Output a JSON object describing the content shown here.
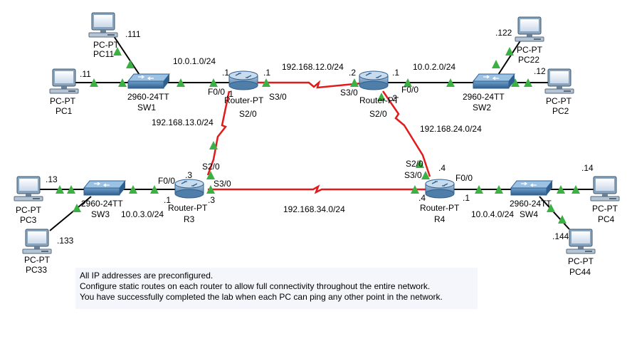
{
  "devices": {
    "pc11": {
      "type": "PC-PT",
      "name": "PC11",
      "ip": ".111"
    },
    "pc1": {
      "type": "PC-PT",
      "name": "PC1",
      "ip": ".11"
    },
    "pc22": {
      "type": "PC-PT",
      "name": "PC22",
      "ip": ".122"
    },
    "pc2": {
      "type": "PC-PT",
      "name": "PC2",
      "ip": ".12"
    },
    "pc3": {
      "type": "PC-PT",
      "name": "PC3",
      "ip": ".13"
    },
    "pc33": {
      "type": "PC-PT",
      "name": "PC33",
      "ip": ".133"
    },
    "pc4": {
      "type": "PC-PT",
      "name": "PC4",
      "ip": ".14"
    },
    "pc44": {
      "type": "PC-PT",
      "name": "PC44",
      "ip": ".144"
    },
    "sw1": {
      "type": "2960-24TT",
      "name": "SW1"
    },
    "sw2": {
      "type": "2960-24TT",
      "name": "SW2"
    },
    "sw3": {
      "type": "2960-24TT",
      "name": "SW3"
    },
    "sw4": {
      "type": "2960-24TT",
      "name": "SW4"
    },
    "r1": {
      "type": "Router-PT"
    },
    "r2": {
      "type": "Router-PT"
    },
    "r3": {
      "type": "Router-PT",
      "name": "R3"
    },
    "r4": {
      "type": "Router-PT",
      "name": "R4"
    }
  },
  "networks": {
    "lan1": "10.0.1.0/24",
    "lan2": "10.0.2.0/24",
    "lan3": "10.0.3.0/24",
    "lan4": "10.0.4.0/24",
    "wan12": "192.168.12.0/24",
    "wan13": "192.168.13.0/24",
    "wan24": "192.168.24.0/24",
    "wan34": "192.168.34.0/24"
  },
  "interfaces": {
    "r1_f0": "F0/0",
    "r1_s3": "S3/0",
    "r1_s2": "S2/0",
    "r1_f0_ip": ".1",
    "r1_s3_ip": ".1",
    "r1_s2_ip": ".1",
    "r2_f0": "F0/0",
    "r2_s3": "S3/0",
    "r2_s2": "S2/0",
    "r2_f0_ip": ".1",
    "r2_s3_ip": ".2",
    "r2_s2_ip": ".2",
    "r3_f0": "F0/0",
    "r3_s2": "S2/0",
    "r3_s3": "S3/0",
    "r3_f0_ip": ".1",
    "r3_s2_ip": ".3",
    "r3_s3_ip": ".3",
    "r4_f0": "F0/0",
    "r4_s2": "S2/0",
    "r4_s3": "S3/0",
    "r4_f0_ip": ".1",
    "r4_s2_ip": ".4",
    "r4_s3_ip": ".4"
  },
  "note": {
    "line1": "All IP addresses are preconfigured.",
    "line2": "Configure static routes on each router to allow full connectivity throughout the entire network.",
    "line3": "You have successfully completed the lab when each PC can ping any other point in the network."
  },
  "colors": {
    "ethernet": "#000000",
    "serial": "#e11b1b",
    "link_up": "#3cb043",
    "device": "#5b9bd5"
  }
}
